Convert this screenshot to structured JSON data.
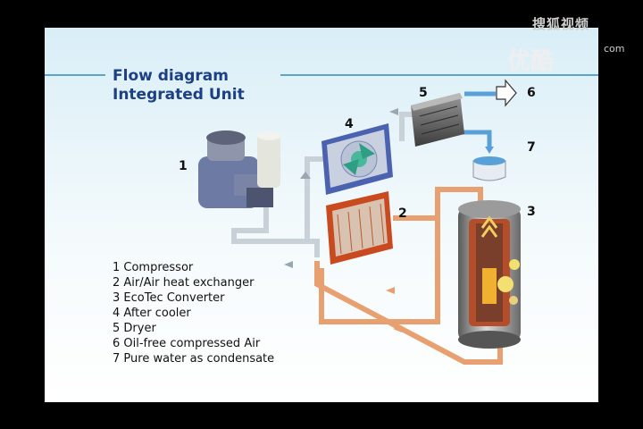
{
  "watermark": {
    "top": "搜狐视频",
    "main": "优酷",
    "domain": "com"
  },
  "title": {
    "line1": "Flow diagram",
    "line2": "Integrated Unit"
  },
  "callouts": [
    "1",
    "2",
    "3",
    "4",
    "5",
    "6",
    "7"
  ],
  "legend": [
    "1 Compressor",
    "2 Air/Air heat exchanger",
    "3 EcoTec Converter",
    "4 After cooler",
    "5 Dryer",
    "6 Oil-free compressed Air",
    "7 Pure water as condensate"
  ],
  "colors": {
    "background_top": "#dff0f7",
    "background_bottom": "#ffffff",
    "title": "#1c3f86",
    "title_rule": "#5aa6c8",
    "hot_pipe": "#e0622a",
    "cool_pipe": "#cfd6dc",
    "water": "#5aa0d8"
  }
}
